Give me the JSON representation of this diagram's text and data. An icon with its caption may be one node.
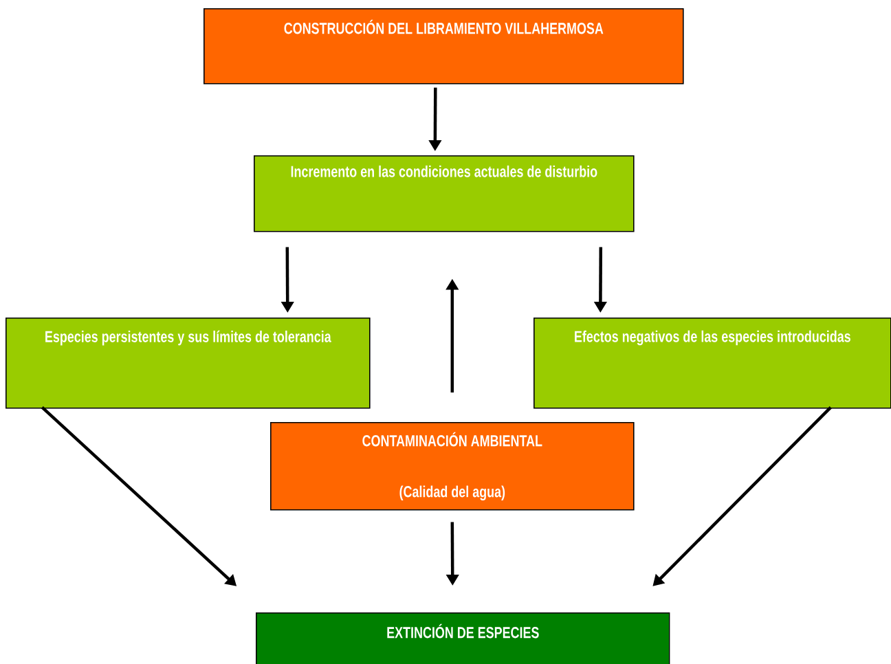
{
  "diagram": {
    "nodes": [
      {
        "text": [
          "CONSTRUCCIÓN DEL LIBRAMIENTO  VILLAHERMOSA"
        ]
      },
      {
        "text": [
          "Incremento en las condiciones actuales de disturbio"
        ]
      },
      {
        "text": [
          "Especies persistentes y sus límites de tolerancia"
        ]
      },
      {
        "text": [
          "Efectos negativos de las especies introducidas"
        ]
      },
      {
        "text": [
          "CONTAMINACIÓN AMBIENTAL",
          "(Calidad del agua)"
        ]
      },
      {
        "text": [
          "EXTINCIÓN DE ESPECIES"
        ]
      }
    ],
    "edges": [
      {
        "from": 0,
        "to": 1,
        "arrow": "to"
      },
      {
        "from": 1,
        "to": 2,
        "arrow": "to"
      },
      {
        "from": 1,
        "to": 3,
        "arrow": "to"
      },
      {
        "from": 4,
        "to": 1,
        "arrow": "to"
      },
      {
        "from": 2,
        "to": 5,
        "arrow": "to"
      },
      {
        "from": 4,
        "to": 5,
        "arrow": "to"
      },
      {
        "from": 3,
        "to": 5,
        "arrow": "to"
      }
    ]
  }
}
